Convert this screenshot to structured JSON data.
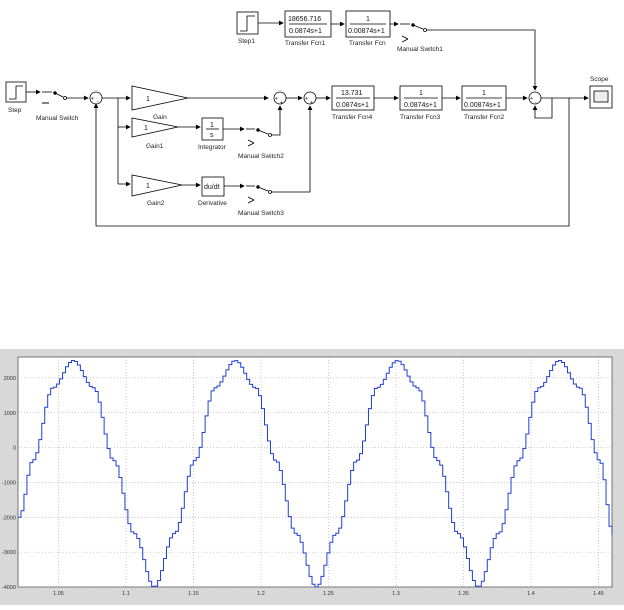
{
  "diagram": {
    "blocks": {
      "step": "Step",
      "step1": "Step1",
      "manual_switch": "Manual Switch",
      "manual_switch1": "Manual Switch1",
      "manual_switch2": "Manual Switch2",
      "manual_switch3": "Manual Switch3",
      "gain": {
        "label": "Gain",
        "value": "1"
      },
      "gain1": {
        "label": "Gain1",
        "value": "1"
      },
      "gain2": {
        "label": "Gain2",
        "value": "1"
      },
      "integrator": {
        "label": "Integrator",
        "num": "1",
        "den": "s"
      },
      "derivative": {
        "label": "Derivative",
        "text": "du/dt"
      },
      "tf1": {
        "label": "Transfer Fcn1",
        "num": "18656.716",
        "den": "0.0874s+1"
      },
      "tf": {
        "label": "Transfer Fcn",
        "num": "1",
        "den": "0.00874s+1"
      },
      "tf4": {
        "label": "Transfer Fcn4",
        "num": "13.731",
        "den": "0.0874s+1"
      },
      "tf3": {
        "label": "Transfer Fcn3",
        "num": "1",
        "den": "0.0874s+1"
      },
      "tf2": {
        "label": "Transfer Fcn2",
        "num": "1",
        "den": "0.00874s+1"
      },
      "scope": "Scope"
    }
  },
  "chart_data": {
    "type": "line",
    "x_ticks": [
      "1.05",
      "1.1",
      "1.15",
      "1.2",
      "1.25",
      "1.3",
      "1.35",
      "1.4",
      "1.45"
    ],
    "x_tick_values": [
      1.05,
      1.1,
      1.15,
      1.2,
      1.25,
      1.3,
      1.35,
      1.4,
      1.45
    ],
    "y_ticks": [
      "2000",
      "1000",
      "0",
      "-1000",
      "-2000",
      "-3000",
      "-4000"
    ],
    "y_tick_values": [
      2000,
      1000,
      0,
      -1000,
      -2000,
      -3000,
      -4000
    ],
    "xlim": [
      1.02,
      1.46
    ],
    "ylim": [
      -4000,
      2600
    ],
    "grid": true,
    "series": [
      {
        "color": "#1f3fd6",
        "x": [
          1.02,
          1.03,
          1.045,
          1.06,
          1.075,
          1.09,
          1.105,
          1.12,
          1.135,
          1.15,
          1.165,
          1.18,
          1.195,
          1.21,
          1.225,
          1.24,
          1.255,
          1.27,
          1.285,
          1.3,
          1.315,
          1.33,
          1.345,
          1.36,
          1.375,
          1.39,
          1.405,
          1.42,
          1.435,
          1.45,
          1.46
        ],
        "y": [
          -2000,
          -373,
          1718,
          2500,
          1718,
          -373,
          -2463,
          -4000,
          -2463,
          -373,
          1718,
          2500,
          1718,
          -373,
          -2463,
          -4000,
          -2463,
          -373,
          1718,
          2500,
          1718,
          -373,
          -2463,
          -4000,
          -2463,
          -373,
          1718,
          2500,
          1718,
          -373,
          -2500
        ]
      }
    ]
  }
}
